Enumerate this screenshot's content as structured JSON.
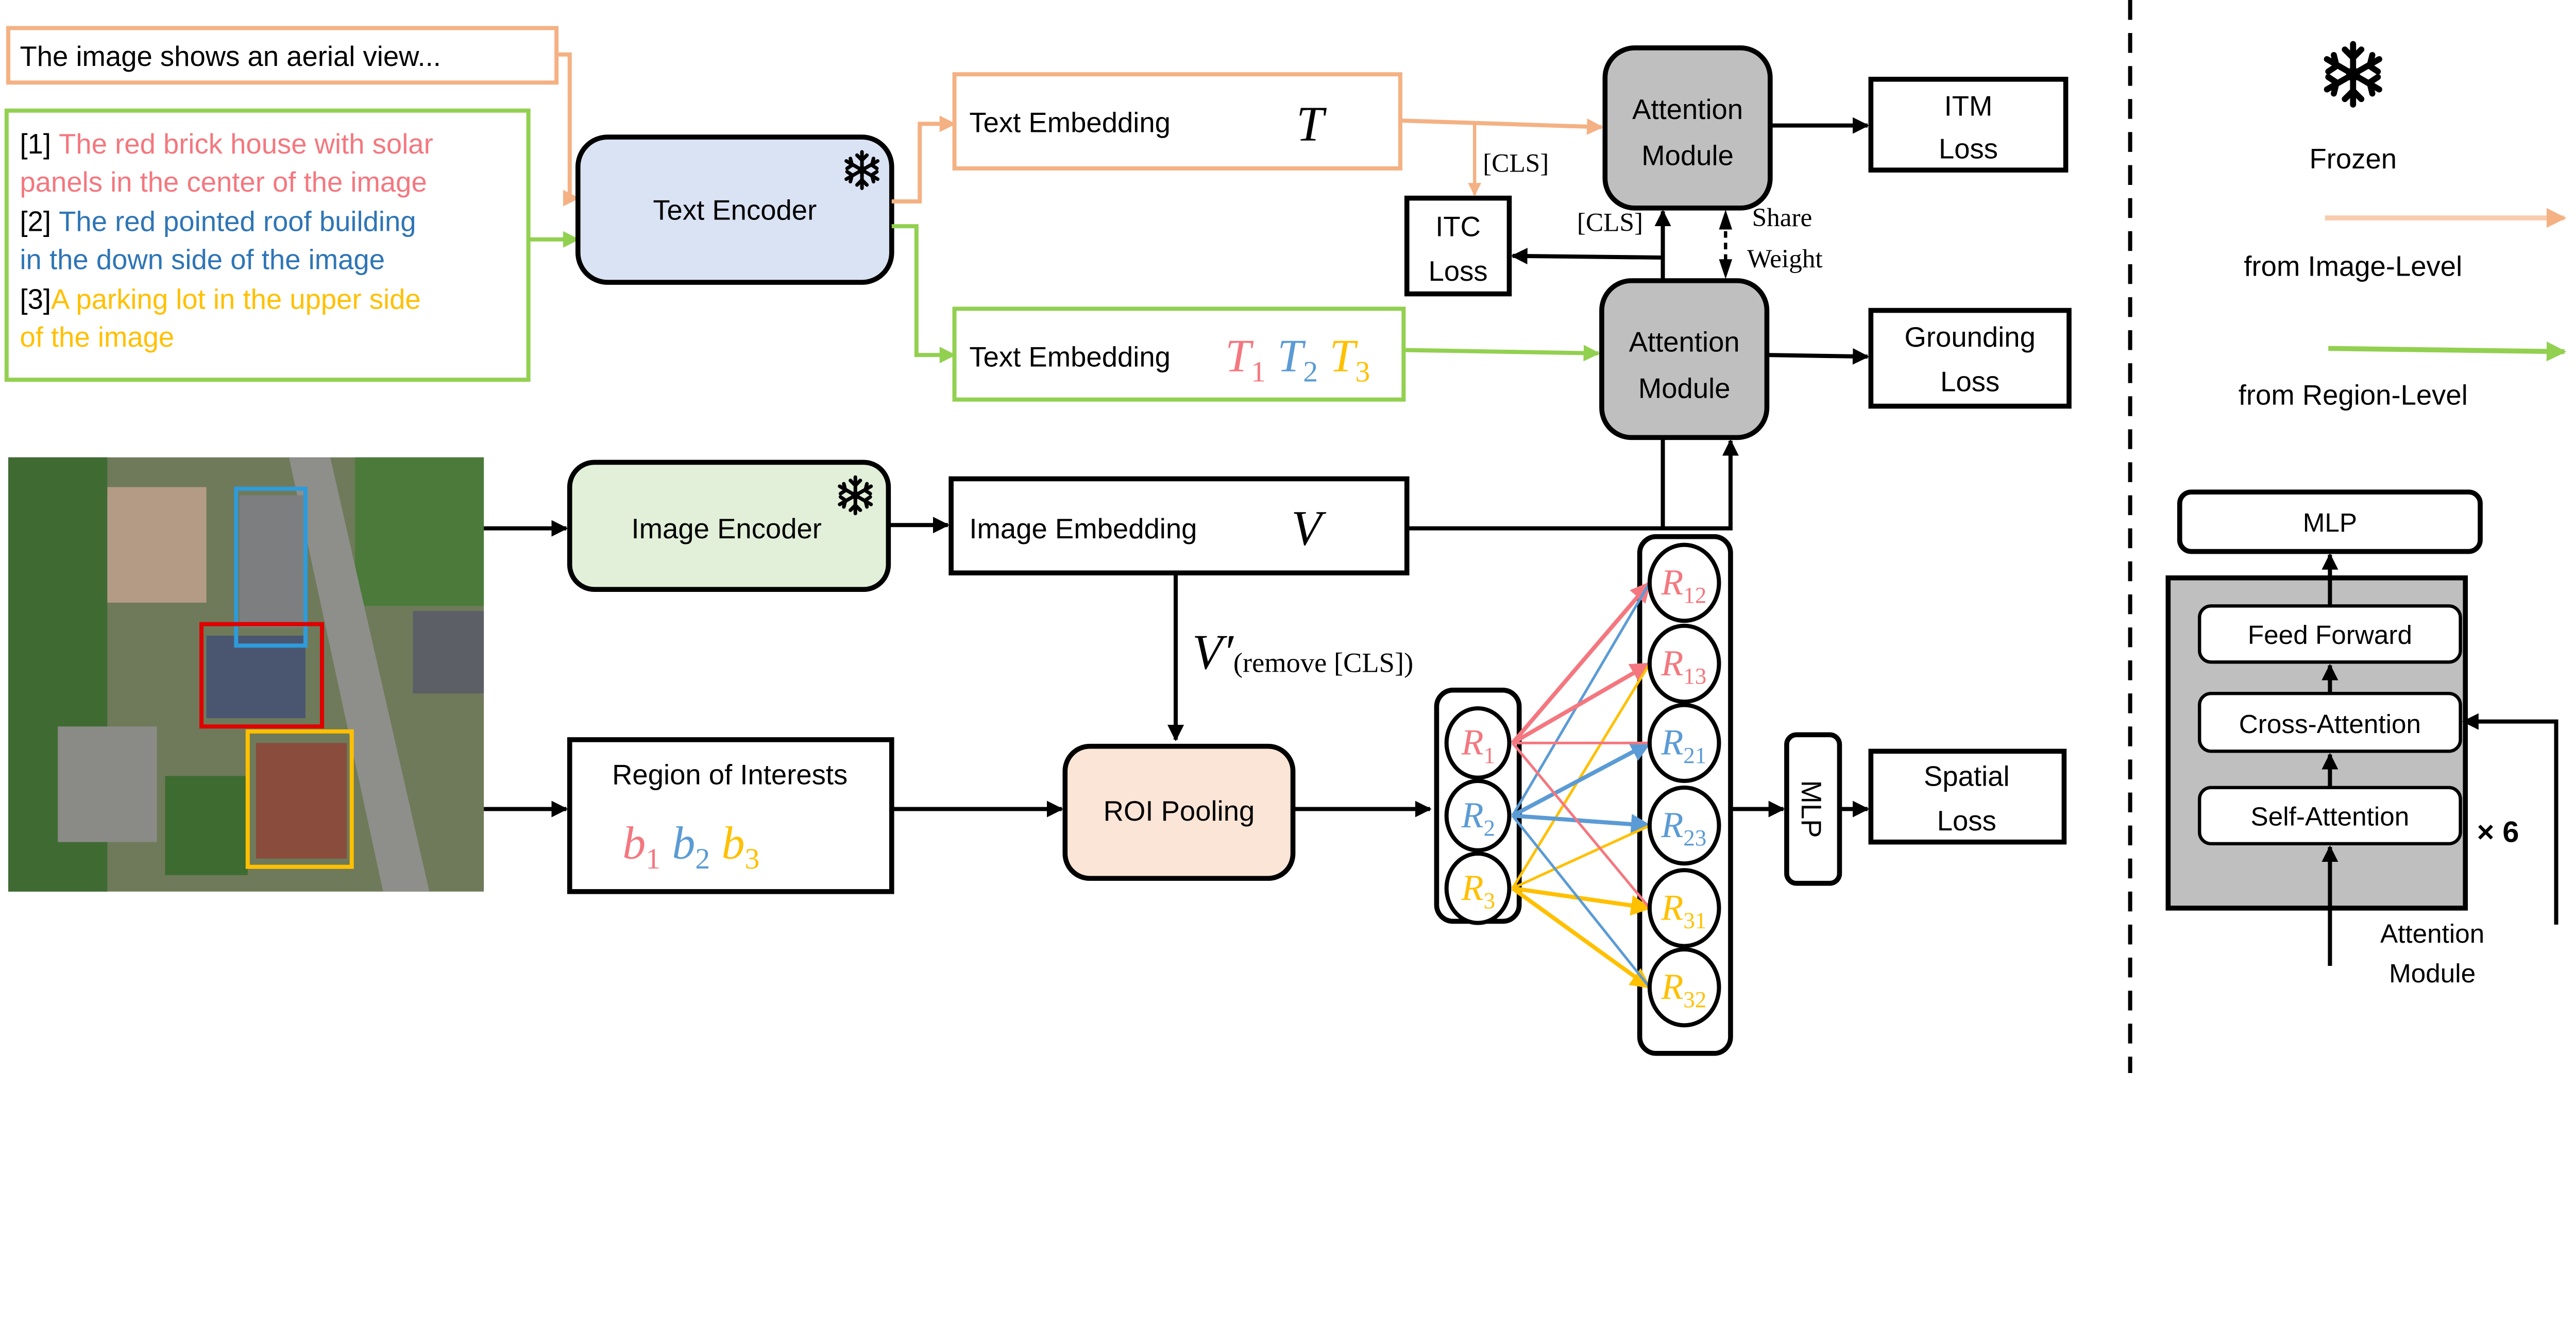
{
  "colors": {
    "image_level": "#F4B183",
    "region_level": "#92D050",
    "region_1": "#F4777F",
    "region_2": "#2E75B6",
    "region_2_light": "#5B9BD5",
    "region_3": "#FFC000",
    "text_encoder_fill": "#DAE3F3",
    "image_encoder_fill": "#E2F0D9",
    "roi_fill": "#FBE5D6",
    "attention_fill": "#BFBFBF"
  },
  "inputs": {
    "image_caption": "The image shows an aerial view...",
    "region_captions": [
      {
        "index": "[1]",
        "text_a": "The red brick house with solar",
        "text_b": "panels in the center of the image"
      },
      {
        "index": "[2]",
        "text_a": "The red pointed roof building",
        "text_b": "in the down side of the image"
      },
      {
        "index": "[3]",
        "text_a": "A parking lot in the upper side",
        "text_b": "of the image"
      }
    ]
  },
  "modules": {
    "text_encoder": "Text Encoder",
    "image_encoder": "Image Encoder",
    "text_embedding": "Text Embedding",
    "text_embedding_symbol": "T",
    "region_text_embedding": "Text Embedding",
    "region_text_symbols": [
      {
        "base": "T",
        "sub": "1"
      },
      {
        "base": "T",
        "sub": "2"
      },
      {
        "base": "T",
        "sub": "3"
      }
    ],
    "image_embedding": "Image Embedding",
    "image_embedding_symbol": "V",
    "v_prime": "V′",
    "v_prime_sub": "(remove [CLS])",
    "attention_top": [
      "Attention",
      "Module"
    ],
    "attention_bottom": [
      "Attention",
      "Module"
    ],
    "cls_1": "[CLS]",
    "cls_2": "[CLS]",
    "share_weight": [
      "Share",
      "Weight"
    ],
    "region_of_interests": "Region of Interests",
    "boxes": [
      {
        "base": "b",
        "sub": "1"
      },
      {
        "base": "b",
        "sub": "2"
      },
      {
        "base": "b",
        "sub": "3"
      }
    ],
    "roi_pooling": "ROI Pooling",
    "regions": [
      {
        "base": "R",
        "sub": "1"
      },
      {
        "base": "R",
        "sub": "2"
      },
      {
        "base": "R",
        "sub": "3"
      }
    ],
    "region_pairs": [
      {
        "base": "R",
        "sub": "12"
      },
      {
        "base": "R",
        "sub": "13"
      },
      {
        "base": "R",
        "sub": "21"
      },
      {
        "base": "R",
        "sub": "23"
      },
      {
        "base": "R",
        "sub": "31"
      },
      {
        "base": "R",
        "sub": "32"
      }
    ],
    "mlp": "MLP"
  },
  "losses": {
    "itm": [
      "ITM",
      "Loss"
    ],
    "itc": [
      "ITC",
      "Loss"
    ],
    "grounding": [
      "Grounding",
      "Loss"
    ],
    "spatial": [
      "Spatial",
      "Loss"
    ]
  },
  "legend": {
    "frozen": "Frozen",
    "image_level": "from Image-Level",
    "region_level": "from Region-Level"
  },
  "attention_detail": {
    "mlp": "MLP",
    "feed_forward": "Feed Forward",
    "cross_attention": "Cross-Attention",
    "self_attention": "Self-Attention",
    "repeat": "× 6",
    "input_label": [
      "Attention",
      "Module"
    ]
  }
}
